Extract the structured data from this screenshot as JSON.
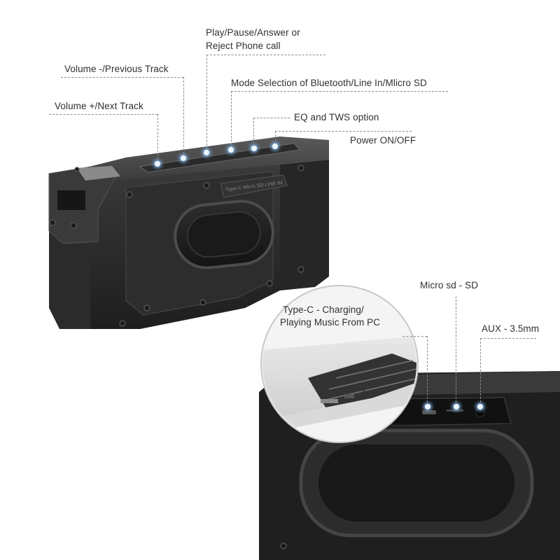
{
  "callouts": {
    "play_pause": {
      "line1": "Play/Pause/Answer or",
      "line2": "Reject Phone  call"
    },
    "volume_minus": "Volume -/Previous Track",
    "volume_plus": "Volume +/Next Track",
    "mode": "Mode Selection of Bluetooth/Line In/Mlicro SD",
    "eq_tws": "EQ and TWS option",
    "power": "Power ON/OFF",
    "type_c": {
      "line1": "Type-C - Charging/",
      "line2": "Playing Music From PC"
    },
    "micro_sd": "Micro sd - SD",
    "aux": "AUX - 3.5mm"
  },
  "speaker": {
    "port_cover_text": "Type-C Micro SD LINE IN",
    "body_color": "#2a2a2a",
    "accent_glow": "#7fb2e6"
  }
}
